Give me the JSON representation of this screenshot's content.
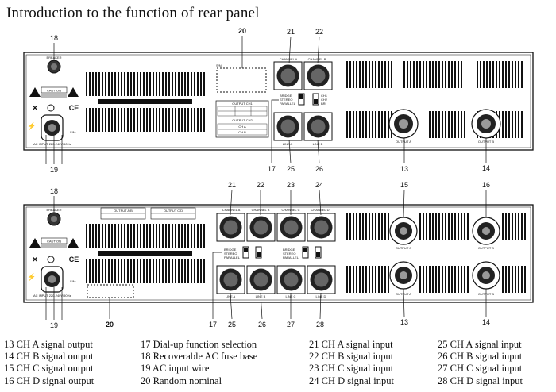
{
  "title": "Introduction to the function of rear panel",
  "top_panel": {
    "callouts": {
      "c18": "18",
      "c20": "20",
      "c21": "21",
      "c22": "22",
      "c13": "13",
      "c14": "14",
      "c19": "19",
      "c17": "17",
      "c25": "25",
      "c26": "26"
    },
    "labels": {
      "breaker": "BREAKER",
      "caution": "CAUTION",
      "sn": "S/N:",
      "sn2": "S/N:",
      "ac_input": "AC INPUT 220-240V/50Hz",
      "channel_a": "CHANNEL A",
      "channel_b": "CHANNEL B",
      "bridge": "BRIDGE",
      "stereo": "STEREO",
      "parallel": "PARALLEL",
      "line_a": "LINE A",
      "line_b": "LINE B",
      "output_a": "OUTPUT A",
      "output_b": "OUTPUT B",
      "ch1": "CH1",
      "ch2": "CH2",
      "bri": "BRI",
      "output_ch1": "OUTPUT CH1",
      "output_ch2": "OUTPUT CH2",
      "box_a": "CH A",
      "box_b": "CH B"
    }
  },
  "bottom_panel": {
    "callouts": {
      "c18": "18",
      "c21": "21",
      "c22": "22",
      "c23": "23",
      "c24": "24",
      "c15": "15",
      "c16": "16",
      "c13": "13",
      "c14": "14",
      "c19": "19",
      "c20": "20",
      "c17": "17",
      "c25": "25",
      "c26": "26",
      "c27": "27",
      "c28": "28"
    },
    "labels": {
      "breaker": "BREAKER",
      "caution": "CAUTION",
      "sn": "S/N:",
      "ac_input": "AC INPUT 220-240V/50Hz",
      "channel_a": "CHANNEL A",
      "channel_b": "CHANNEL B",
      "channel_c": "CHANNEL C",
      "channel_d": "CHANNEL D",
      "line_a": "LINE A",
      "line_b": "LINE B",
      "line_c": "LINE C",
      "line_d": "LINE D",
      "output_a": "OUTPUT A",
      "output_b": "OUTPUT B",
      "output_c": "OUTPUT C",
      "output_d": "OUTPUT D",
      "bridge": "BRIDGE",
      "stereo": "STEREO",
      "parallel": "PARALLEL",
      "output_ab": "OUTPUT A/B",
      "output_cd": "OUTPUT C/D"
    }
  },
  "legend": {
    "col1": [
      "13 CH A signal output",
      "14 CH B signal output",
      "15 CH C signal output",
      "16 CH D signal output"
    ],
    "col2": [
      "17 Dial-up function selection",
      "18 Recoverable AC fuse base",
      "19 AC input wire",
      "20 Random nominal"
    ],
    "col3": [
      "21 CH A signal input",
      "22 CH B signal input",
      "23 CH C signal input",
      "24 CH D signal input"
    ],
    "col4": [
      "25 CH A signal input",
      "26 CH B signal input",
      "27 CH C signal input",
      "28 CH D signal input"
    ]
  }
}
